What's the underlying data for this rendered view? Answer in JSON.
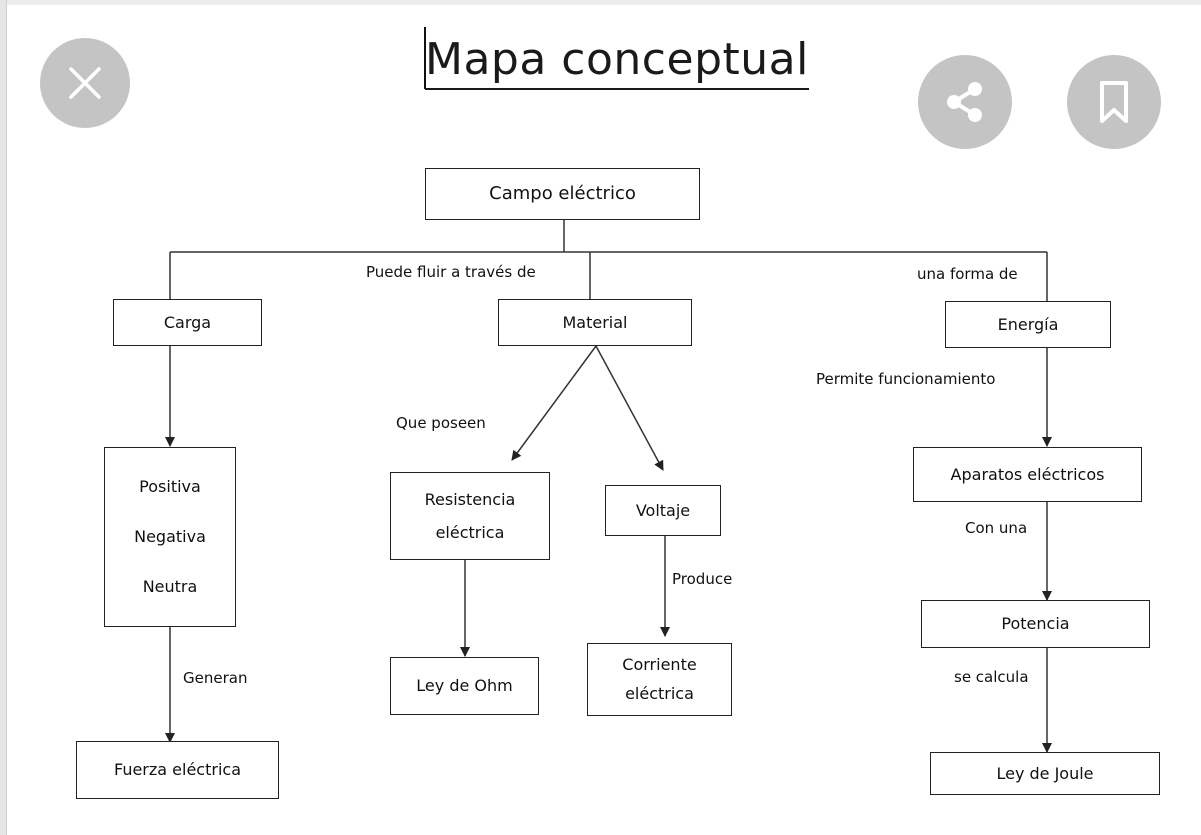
{
  "viewer": {
    "close_icon": "close-icon",
    "share_icon": "share-icon",
    "bookmark_icon": "bookmark-icon",
    "button_color": "#c4c4c4"
  },
  "diagram": {
    "title": "Mapa conceptual",
    "nodes": {
      "campo": "Campo eléctrico",
      "carga": "Carga",
      "material": "Material",
      "energia": "Energía",
      "positiva": "Positiva",
      "negativa": "Negativa",
      "neutra": "Neutra",
      "fuerza": "Fuerza eléctrica",
      "resistencia_1": "Resistencia",
      "resistencia_2": "eléctrica",
      "voltaje": "Voltaje",
      "ohm": "Ley de Ohm",
      "corriente_1": "Corriente",
      "corriente_2": "eléctrica",
      "aparatos": "Aparatos eléctricos",
      "potencia": "Potencia",
      "joule": "Ley de Joule"
    },
    "edge_labels": {
      "puede_fluir": "Puede fluir a través de",
      "forma_de": "una forma de",
      "que_poseen": "Que poseen",
      "generan": "Generan",
      "produce": "Produce",
      "permite": "Permite funcionamiento",
      "con_una": "Con una",
      "se_calcula": "se calcula"
    }
  }
}
